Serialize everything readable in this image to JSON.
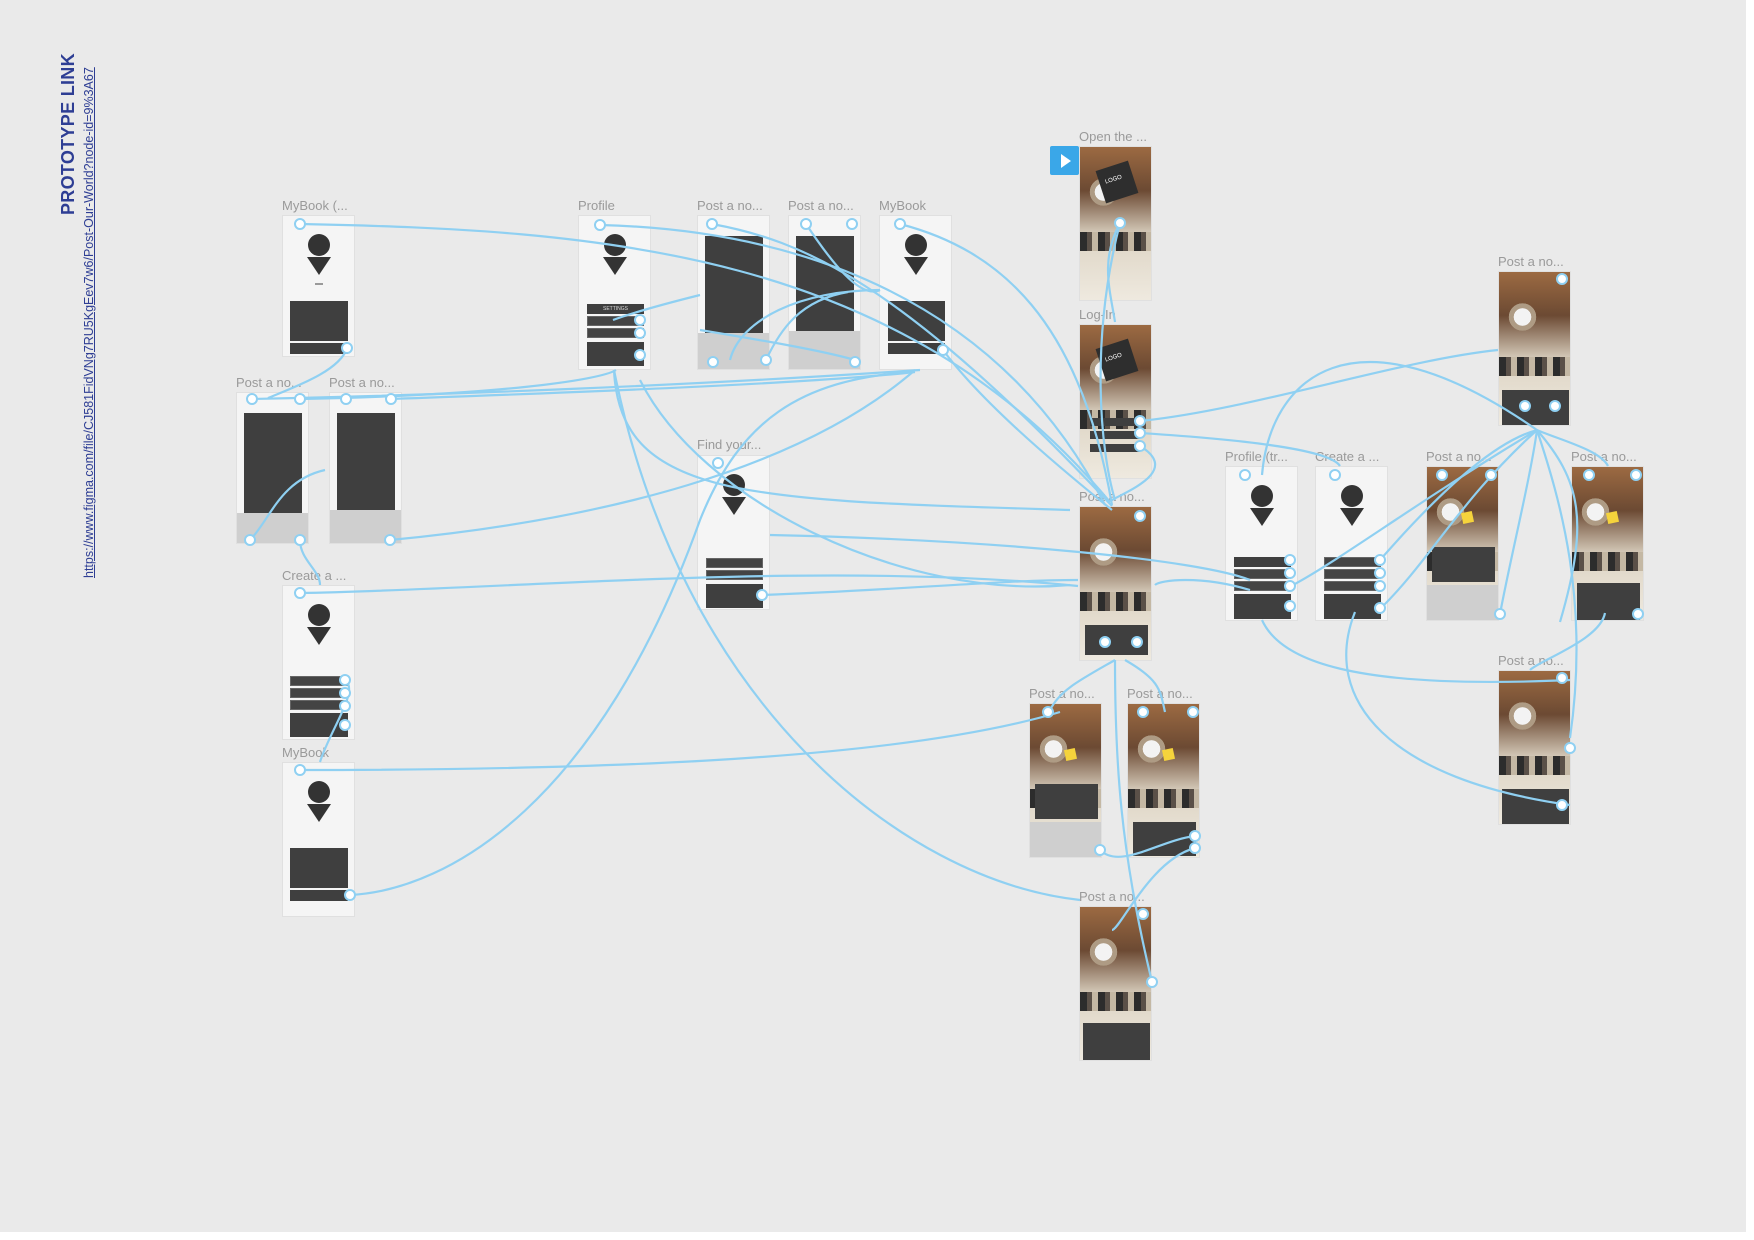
{
  "header": {
    "title": "PROTOTYPE LINK",
    "link": "https://www.figma.com/file/CJ581FidVNg7RU5KgEev7w6/Post-Our-World?node-id=9%3A67"
  },
  "frames": [
    {
      "label": "MyBook (..."
    },
    {
      "label": "Profile"
    },
    {
      "label": "Post a no..."
    },
    {
      "label": "Post a no..."
    },
    {
      "label": "MyBook"
    },
    {
      "label": "Open the ..."
    },
    {
      "label": "Log-In"
    },
    {
      "label": "Post a no..."
    },
    {
      "label": "Post a no..."
    },
    {
      "label": "Find your..."
    },
    {
      "label": "Create a ..."
    },
    {
      "label": "MyBook"
    },
    {
      "label": "Post a no..."
    },
    {
      "label": "Profile (tr..."
    },
    {
      "label": "Create a ..."
    },
    {
      "label": "Post a no..."
    },
    {
      "label": "Post a no..."
    },
    {
      "label": "Post a no..."
    },
    {
      "label": "Post a no..."
    },
    {
      "label": "Post a no..."
    },
    {
      "label": "Post a no..."
    },
    {
      "label": "Post a no..."
    }
  ],
  "mockup_text": {
    "logo": "LOGO",
    "settings": "SETTINGS"
  },
  "colors": {
    "canvas": "#eaeaea",
    "wire": "#8fd0f2",
    "accent": "#3aa7e8",
    "title": "#2e3e94"
  },
  "icons": {
    "play": "play-icon"
  }
}
